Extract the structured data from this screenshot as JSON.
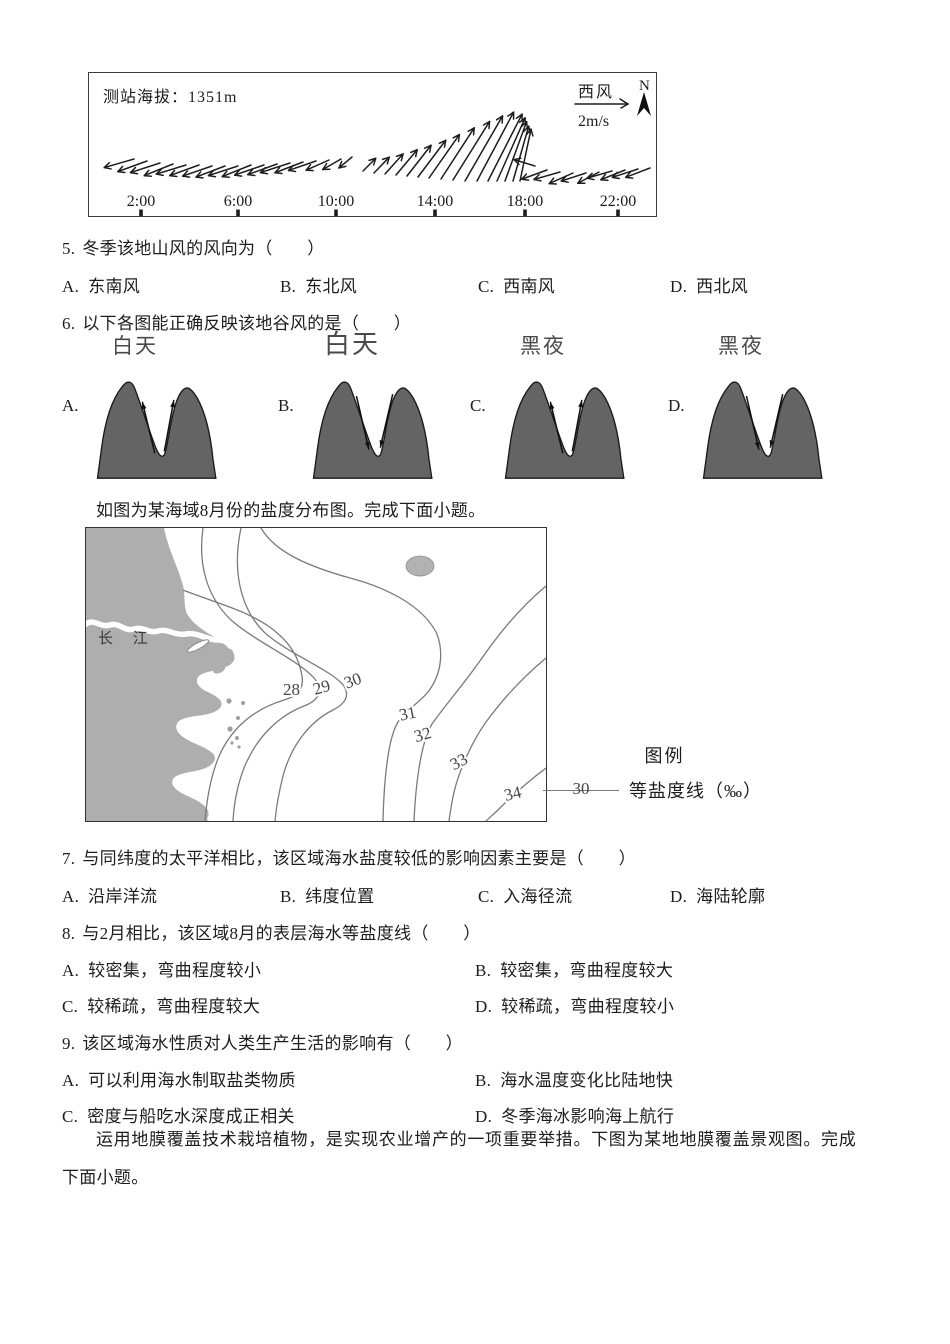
{
  "figure_wind": {
    "station_label": "测站海拔：1351m",
    "legend_wind": "西风",
    "legend_speed": "2m/s",
    "compass_label": "N",
    "time_ticks": [
      "2:00",
      "6:00",
      "10:00",
      "14:00",
      "18:00",
      "22:00"
    ],
    "tick_x": [
      52,
      149,
      247,
      346,
      436,
      529
    ],
    "arrows": [
      [
        45,
        86,
        196,
        31
      ],
      [
        58,
        88,
        200,
        31
      ],
      [
        71,
        90,
        198,
        31
      ],
      [
        84,
        91,
        202,
        31
      ],
      [
        97,
        92,
        197,
        31
      ],
      [
        110,
        92,
        200,
        31
      ],
      [
        123,
        93,
        199,
        31
      ],
      [
        136,
        93,
        201,
        31
      ],
      [
        149,
        93,
        198,
        31
      ],
      [
        162,
        92,
        202,
        31
      ],
      [
        175,
        92,
        199,
        31
      ],
      [
        188,
        91,
        200,
        31
      ],
      [
        201,
        90,
        198,
        31
      ],
      [
        214,
        89,
        201,
        30
      ],
      [
        227,
        88,
        199,
        29
      ],
      [
        240,
        87,
        204,
        25
      ],
      [
        252,
        86,
        210,
        21
      ],
      [
        263,
        84,
        220,
        17
      ],
      [
        274,
        98,
        45,
        18
      ],
      [
        285,
        100,
        46,
        22
      ],
      [
        296,
        101,
        48,
        27
      ],
      [
        307,
        102,
        50,
        33
      ],
      [
        318,
        103,
        52,
        39
      ],
      [
        329,
        104,
        53,
        46
      ],
      [
        340,
        105,
        55,
        53
      ],
      [
        352,
        106,
        57,
        61
      ],
      [
        364,
        107,
        58,
        69
      ],
      [
        376,
        108,
        60,
        75
      ],
      [
        388,
        108,
        62,
        78
      ],
      [
        399,
        108,
        63,
        75
      ],
      [
        408,
        108,
        66,
        69
      ],
      [
        416,
        108,
        70,
        63
      ],
      [
        424,
        108,
        74,
        57
      ],
      [
        431,
        108,
        78,
        53
      ],
      [
        446,
        93,
        163,
        22
      ],
      [
        458,
        97,
        200,
        27
      ],
      [
        471,
        99,
        196,
        27
      ],
      [
        484,
        100,
        204,
        26
      ],
      [
        497,
        100,
        198,
        26
      ],
      [
        510,
        99,
        208,
        24
      ],
      [
        523,
        98,
        196,
        26
      ],
      [
        536,
        97,
        202,
        26
      ],
      [
        549,
        96,
        198,
        27
      ],
      [
        561,
        95,
        201,
        26
      ]
    ]
  },
  "q5": {
    "number": "5.",
    "text": "冬季该地山风的风向为（　　）",
    "options": [
      {
        "label": "A.",
        "text": "东南风"
      },
      {
        "label": "B.",
        "text": "东北风"
      },
      {
        "label": "C.",
        "text": "西南风"
      },
      {
        "label": "D.",
        "text": "西北风"
      }
    ]
  },
  "q6": {
    "number": "6.",
    "text": "以下各图能正确反映该地谷风的是（　　）",
    "diagrams": [
      {
        "label": "A.",
        "caption": "白天",
        "direction": "up"
      },
      {
        "label": "B.",
        "caption": "白天",
        "direction": "down"
      },
      {
        "label": "C.",
        "caption": "黑夜",
        "direction": "up"
      },
      {
        "label": "D.",
        "caption": "黑夜",
        "direction": "down"
      }
    ]
  },
  "salinity_intro": "如图为某海域8月份的盐度分布图。完成下面小题。",
  "map": {
    "river_label": "长 江",
    "isoline_labels": [
      "28",
      "29",
      "30",
      "31",
      "32",
      "33",
      "34"
    ],
    "legend_title": "图例",
    "legend_symbol": "30",
    "legend_text": "等盐度线（‰）"
  },
  "q7": {
    "number": "7.",
    "text": "与同纬度的太平洋相比，该区域海水盐度较低的影响因素主要是（　　）",
    "options": [
      {
        "label": "A.",
        "text": "沿岸洋流"
      },
      {
        "label": "B.",
        "text": "纬度位置"
      },
      {
        "label": "C.",
        "text": "入海径流"
      },
      {
        "label": "D.",
        "text": "海陆轮廓"
      }
    ]
  },
  "q8": {
    "number": "8.",
    "text": "与2月相比，该区域8月的表层海水等盐度线（　　）",
    "options": [
      {
        "label": "A.",
        "text": "较密集，弯曲程度较小"
      },
      {
        "label": "B.",
        "text": "较密集，弯曲程度较大"
      },
      {
        "label": "C.",
        "text": "较稀疏，弯曲程度较大"
      },
      {
        "label": "D.",
        "text": "较稀疏，弯曲程度较小"
      }
    ]
  },
  "q9": {
    "number": "9.",
    "text": "该区域海水性质对人类生产生活的影响有（　　）",
    "options": [
      {
        "label": "A.",
        "text": "可以利用海水制取盐类物质"
      },
      {
        "label": "B.",
        "text": "海水温度变化比陆地快"
      },
      {
        "label": "C.",
        "text": "密度与船吃水深度成正相关"
      },
      {
        "label": "D.",
        "text": "冬季海冰影响海上航行"
      }
    ]
  },
  "closing_paragraph": "运用地膜覆盖技术栽培植物，是实现农业增产的一项重要举措。下图为某地地膜覆盖景观图。完成下面小题。",
  "chart_data": [
    {
      "type": "scatter",
      "subtype": "wind-vector-time-series",
      "title": "测站海拔：1351m",
      "x_ticks": [
        "2:00",
        "6:00",
        "10:00",
        "14:00",
        "18:00",
        "22:00"
      ],
      "scale_legend": {
        "direction_label": "西风",
        "speed": "2m/s",
        "compass": "N"
      },
      "pattern": "0:00-9:00及18:00-24:00吹偏西风（短矢量，指向左下），10:00-17:00吹偏东北向风（矢量指向右上），14:00-16:00前后矢量最长（风速最大）"
    },
    {
      "type": "contour",
      "subtype": "isohaline-map",
      "title": "某海域8月份盐度分布图",
      "river": "长江",
      "isoline_values": [
        28,
        29,
        30,
        31,
        32,
        33,
        34
      ],
      "unit": "‰",
      "legend": "等盐度线（‰）",
      "gradient": "盐度自长江入海口向东南海域递增，等盐度线向外海弯曲"
    }
  ]
}
